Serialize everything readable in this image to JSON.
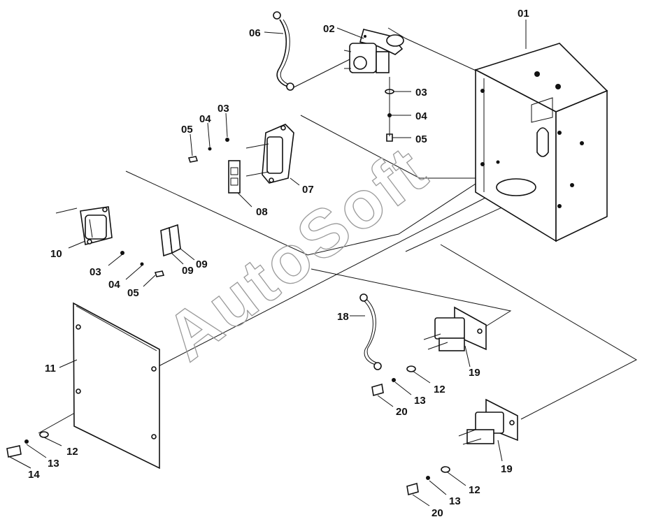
{
  "watermark": "AutoSoft",
  "labels": {
    "l01": "01",
    "l02": "02",
    "l03a": "03",
    "l04a": "04",
    "l05a": "05",
    "l06": "06",
    "l05b": "05",
    "l04b": "04",
    "l03b": "03",
    "l07": "07",
    "l08": "08",
    "l10": "10",
    "l09a": "09",
    "l09b": "09",
    "l03c": "03",
    "l04c": "04",
    "l05c": "05",
    "l11": "11",
    "l12a": "12",
    "l13a": "13",
    "l14": "14",
    "l18": "18",
    "l19a": "19",
    "l12b": "12",
    "l13b": "13",
    "l20a": "20",
    "l19b": "19",
    "l12c": "12",
    "l13c": "13",
    "l20b": "20"
  },
  "colors": {
    "line": "#111111",
    "watermark": "#9a9a9a",
    "background": "#ffffff"
  }
}
